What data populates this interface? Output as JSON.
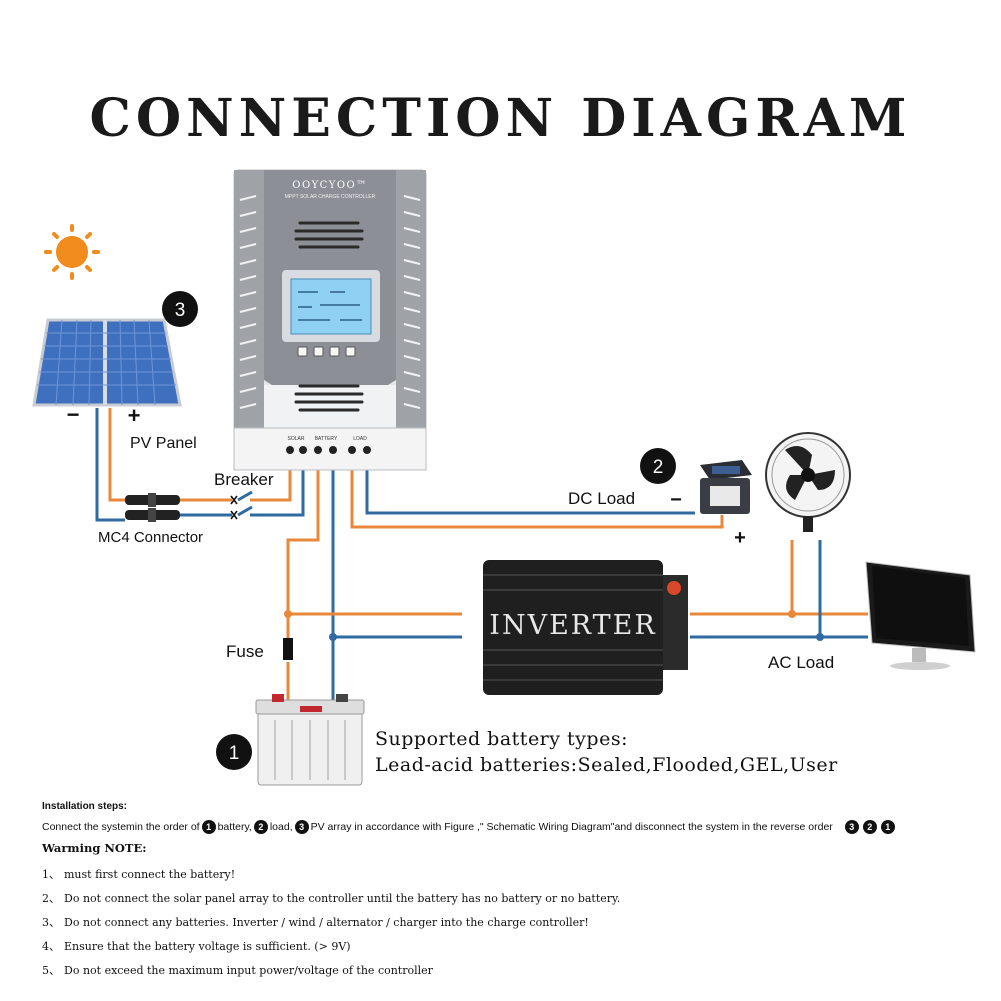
{
  "title": "CONNECTION DIAGRAM",
  "controller": {
    "brand": "OOYCYOO™",
    "model": "MPPT SOLAR CHARGE CONTROLLER",
    "terminals": [
      "SOLAR",
      "BATTERY",
      "LOAD"
    ]
  },
  "labels": {
    "pv_panel": "PV Panel",
    "breaker": "Breaker",
    "mc4": "MC4 Connector",
    "dc_load": "DC Load",
    "inverter": "INVERTER",
    "ac_load": "AC Load",
    "fuse": "Fuse",
    "minus": "−",
    "plus": "+"
  },
  "markers": [
    "1",
    "2",
    "3"
  ],
  "battery_types": [
    "Supported battery types:",
    "Lead-acid batteries:Sealed,Flooded,GEL,User"
  ],
  "installation": {
    "heading": "Installation steps:",
    "text_parts": [
      "Connect the systemin the order of",
      "battery,",
      "load,",
      "PV array in accordance with Figure ,\" Schematic Wiring Diagram\"and disconnect the system in the reverse order"
    ],
    "order": [
      "1",
      "2",
      "3"
    ],
    "reverse_order": [
      "3",
      "2",
      "1"
    ]
  },
  "warning": {
    "heading": "Warming NOTE:",
    "notes": [
      {
        "n": "1、",
        "text": "must first connect the battery!"
      },
      {
        "n": "2、",
        "text": "Do not connect the solar panel array to the controller until the battery has no battery or no battery."
      },
      {
        "n": "3、",
        "text": "Do not connect any batteries. Inverter / wind / alternator / charger into the charge controller!"
      },
      {
        "n": "4、",
        "text": "Ensure that the battery voltage is sufficient. (> 9V)"
      },
      {
        "n": "5、",
        "text": "Do not exceed the maximum input power/voltage of the controller"
      }
    ]
  },
  "colors": {
    "positive_wire": "#e8883a",
    "negative_wire": "#2f6aa0",
    "sun": "#f28c1e",
    "panel": "#3f6fbf",
    "lcd": "#8fd0f3"
  }
}
